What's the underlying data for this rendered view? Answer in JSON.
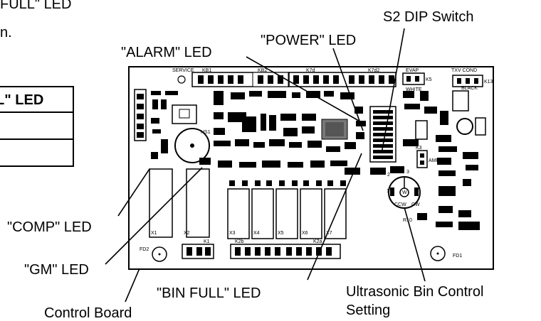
{
  "top_fragment": "FULL\" LED",
  "top_fragment_dot": "n.",
  "table_header": "L\" LED",
  "labels": {
    "s2_dip_switch": "S2 DIP Switch",
    "power_led": "\"POWER\" LED",
    "alarm_led": "\"ALARM\" LED",
    "comp_led": "\"COMP\" LED",
    "gm_led": "\"GM\" LED",
    "bin_full_led": "\"BIN FULL\" LED",
    "ultrasonic_line1": "Ultrasonic Bin Control",
    "ultrasonic_line2": "Setting",
    "control_board": "Control Board"
  },
  "board_labels": {
    "service": "SERVICE",
    "kb1": "KB1",
    "kb2": "KB2",
    "k7d": "K7d",
    "k7d2": "K7d2",
    "evap": "EVAP",
    "txv_cond": "TXV COND",
    "k13": "K13",
    "black": "BLACK",
    "white": "WHITE",
    "k5": "K5",
    "k3": "K3",
    "amps": "AMPS",
    "hs1": "HS1",
    "ccw": "CCW",
    "cw": "CW",
    "r10": "R10",
    "fd1": "FD1",
    "fd2": "FD2",
    "k1": "K1",
    "k2b": "K2b",
    "k2a": "K2a",
    "x1": "X1",
    "x2": "X2",
    "x3": "X3",
    "x4": "X4",
    "x5": "X5",
    "x6": "X6",
    "x7": "X7",
    "dial_1": "1",
    "dial_2": "2",
    "dial_3": "3",
    "dial_w": "W"
  },
  "colors": {
    "ink": "#000000",
    "paper": "#ffffff",
    "pad": "#777777"
  }
}
